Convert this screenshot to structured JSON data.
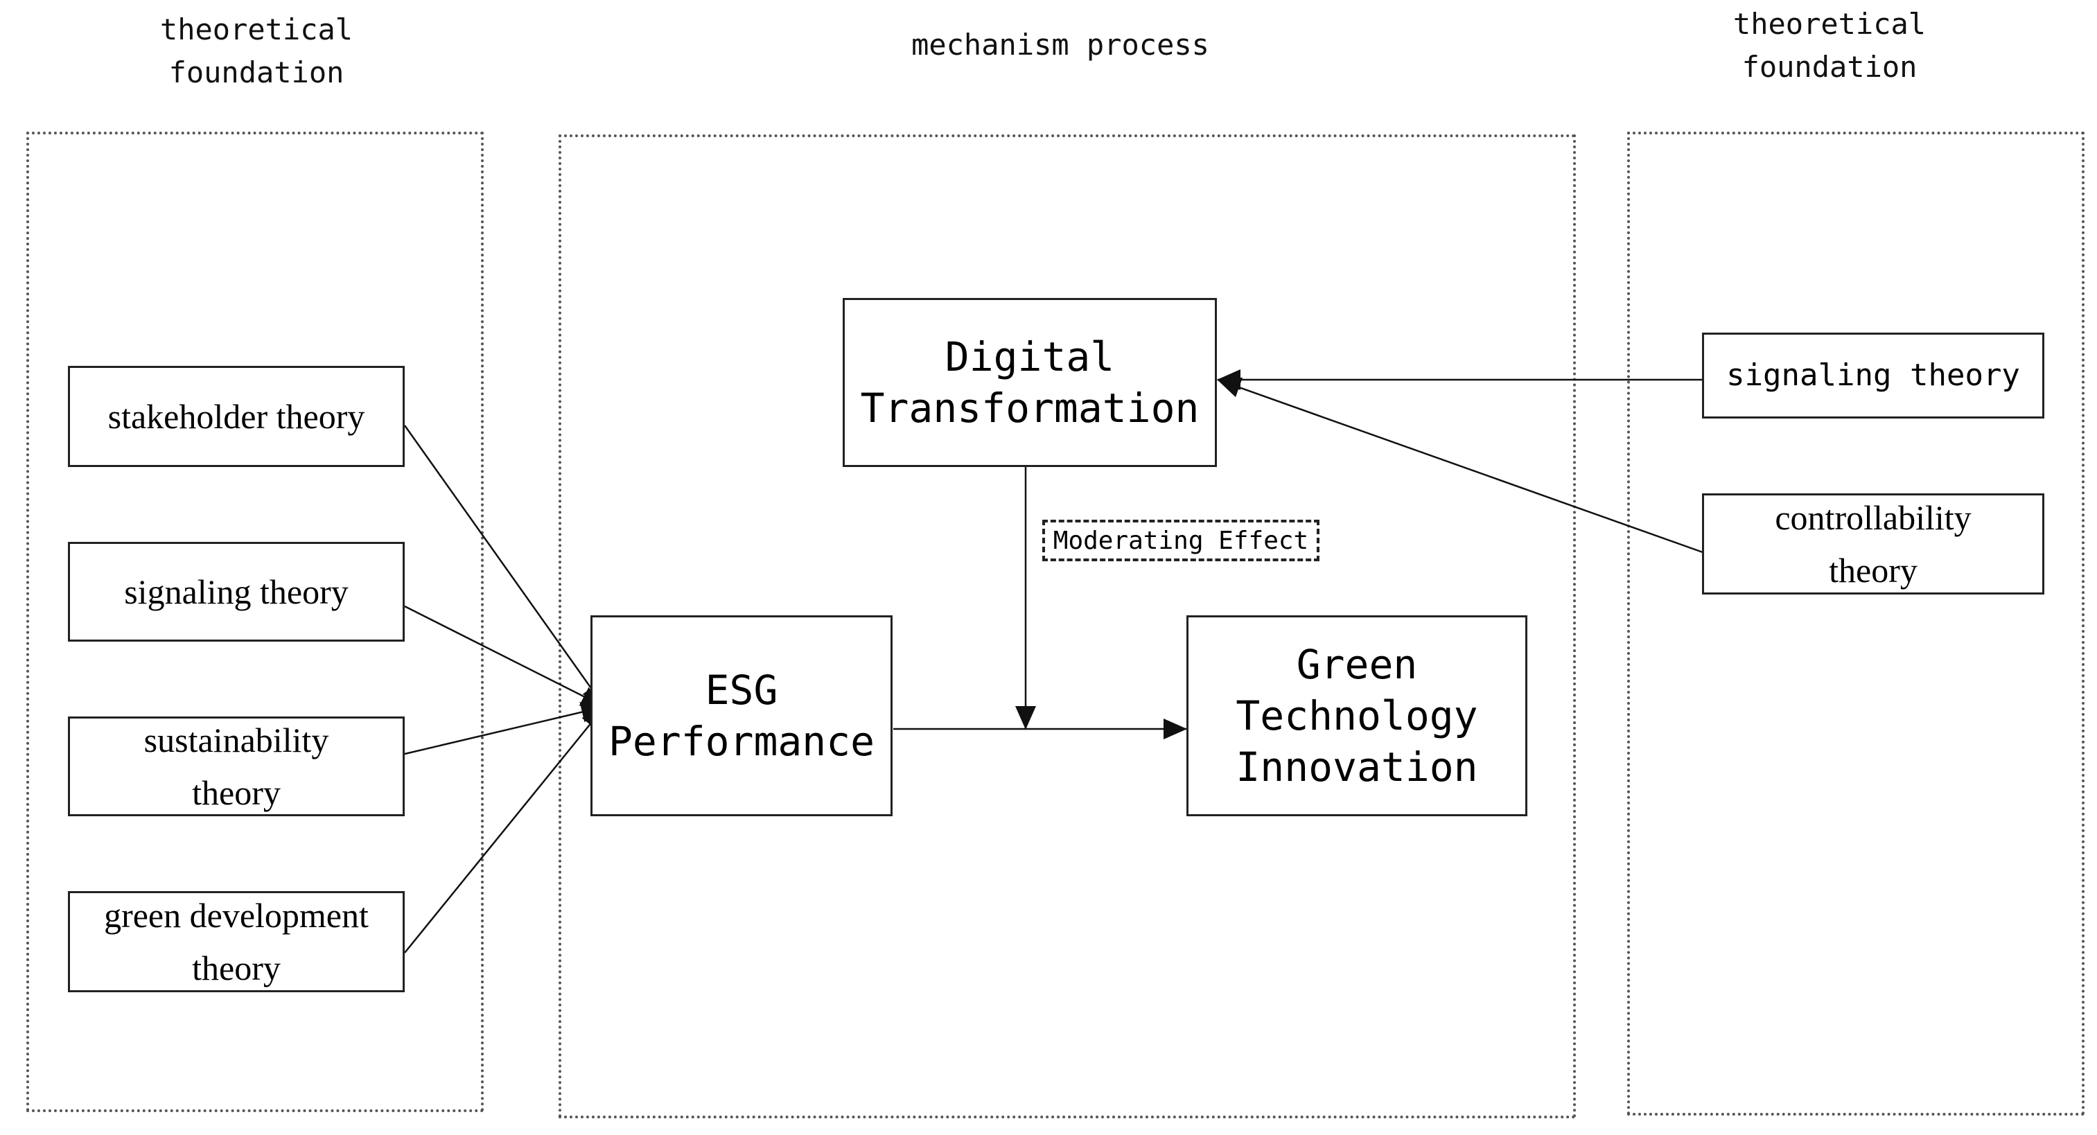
{
  "sections": {
    "left_title": "theoretical\nfoundation",
    "center_title": "mechanism process",
    "right_title": "theoretical\nfoundation"
  },
  "left_theories": [
    "stakeholder theory",
    "signaling theory",
    "sustainability\ntheory",
    "green development\ntheory"
  ],
  "core": {
    "digital": "Digital\nTransformation",
    "esg": "ESG\nPerformance",
    "green": "Green\nTechnology\nInnovation",
    "moderating": "Moderating Effect"
  },
  "right_theories": [
    "signaling theory",
    "controllability\ntheory"
  ]
}
